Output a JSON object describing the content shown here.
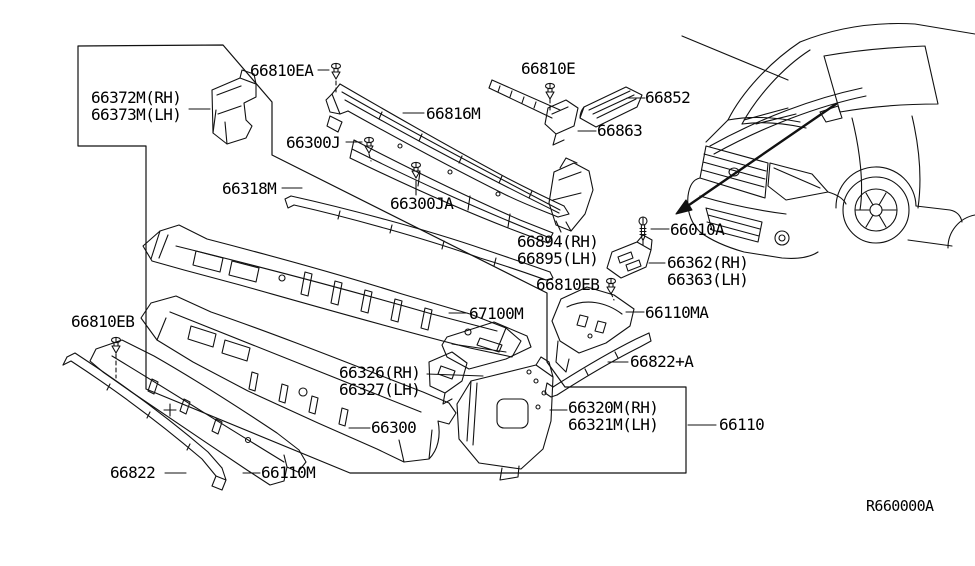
{
  "colors": {
    "line": "#111111",
    "background": "#ffffff"
  },
  "labels": {
    "p66372m_rh": "66372M(RH)",
    "p66373m_lh": "66373M(LH)",
    "p66810ea": "66810EA",
    "p66816m": "66816M",
    "p66300j": "66300J",
    "p66318m": "66318M",
    "p66300ja": "66300JA",
    "p66810e": "66810E",
    "p66852": "66852",
    "p66863": "66863",
    "p66894_rh": "66894(RH)",
    "p66895_lh": "66895(LH)",
    "p66010a": "66010A",
    "p66362_rh": "66362(RH)",
    "p66363_lh": "66363(LH)",
    "p66810eb": "66810EB",
    "p66110ma": "66110MA",
    "p66822_a": "66822+A",
    "p67100m": "67100M",
    "p66326_rh": "66326(RH)",
    "p66327_lh": "66327(LH)",
    "p66300": "66300",
    "p66320m_rh": "66320M(RH)",
    "p66321m_lh": "66321M(LH)",
    "p66110": "66110",
    "p66822": "66822",
    "p66110m": "66110M"
  },
  "ref_code": "R660000A"
}
